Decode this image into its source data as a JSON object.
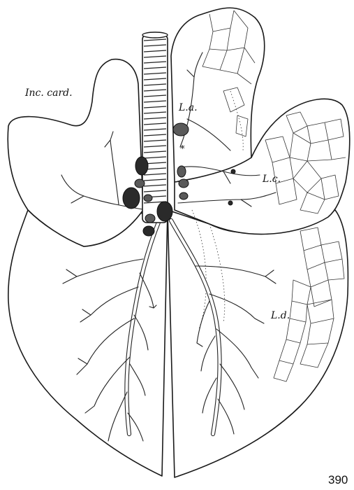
{
  "labels": {
    "inc_card": "Inc. card.",
    "l_a": "L.a.",
    "l_c": "L.c.",
    "l_d": "L.d.",
    "asterisk": "*"
  },
  "plate_number": "390"
}
